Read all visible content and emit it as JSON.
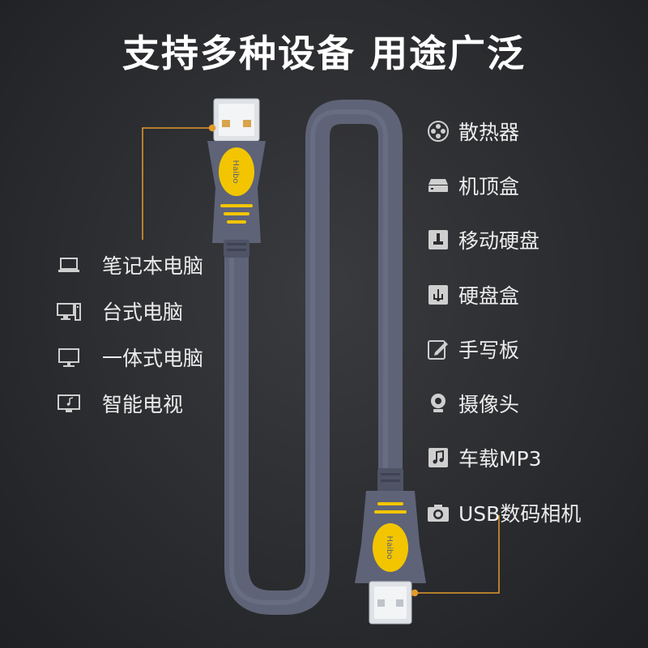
{
  "headline": "支持多种设备 用途广泛",
  "colors": {
    "background": "#2c2d30",
    "cable": "#5e6377",
    "accent_yellow": "#f2c500",
    "leader_line": "#e39a2d",
    "icon": "#cfcfcf"
  },
  "cable_logo_text": "Haibo",
  "left_devices": [
    {
      "label": "笔记本电脑",
      "icon": "laptop-icon"
    },
    {
      "label": "台式电脑",
      "icon": "desktop-pc-icon"
    },
    {
      "label": "一体式电脑",
      "icon": "monitor-icon"
    },
    {
      "label": "智能电视",
      "icon": "smart-tv-icon"
    }
  ],
  "right_devices": [
    {
      "label": "散热器",
      "icon": "cooling-fan-icon"
    },
    {
      "label": "机顶盒",
      "icon": "set-top-box-icon"
    },
    {
      "label": "移动硬盘",
      "icon": "portable-drive-icon"
    },
    {
      "label": "硬盘盒",
      "icon": "drive-enclosure-icon"
    },
    {
      "label": "手写板",
      "icon": "tablet-pen-icon"
    },
    {
      "label": "摄像头",
      "icon": "webcam-icon"
    },
    {
      "label": "车载MP3",
      "icon": "music-note-icon"
    },
    {
      "label": "USB数码相机",
      "icon": "camera-icon"
    }
  ]
}
